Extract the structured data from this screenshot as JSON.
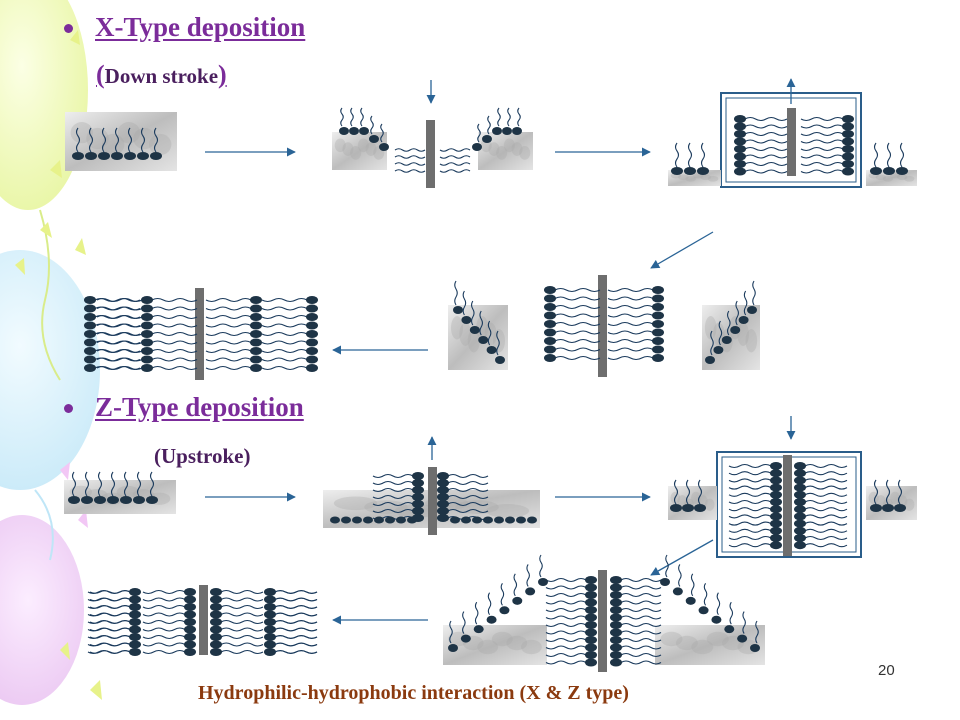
{
  "x_section": {
    "title": "X-Type deposition",
    "paren_open": "(",
    "subtitle": "Down stroke",
    "paren_close": ")"
  },
  "z_section": {
    "title": "Z-Type deposition",
    "subtitle": "(Upstroke)"
  },
  "page_number": "20",
  "caption": "Hydrophilic-hydrophobic interaction (X & Z type)",
  "colors": {
    "heading": "#7b2c9a",
    "caption": "#8b3a0f",
    "head_group": "#1e3446",
    "tail": "#1a3a5c",
    "arrow": "#2a6496",
    "substrate": "#6e6e6e",
    "trough_frame": "#2a5d8a"
  }
}
